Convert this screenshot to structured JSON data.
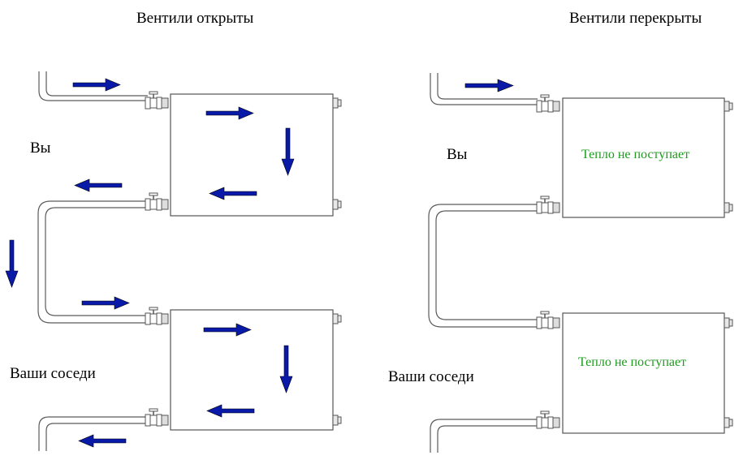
{
  "left_panel": {
    "title": "Вентили открыты",
    "upper_label": "Вы",
    "lower_label": "Ваши соседи"
  },
  "right_panel": {
    "title": "Вентили перекрыты",
    "upper_label": "Вы",
    "lower_label": "Ваши соседи",
    "upper_radiator_text": "Тепло не поступает",
    "lower_radiator_text": "Тепло не поступает"
  },
  "colors": {
    "arrow": "#0a1aa8",
    "pipe": "#5a5a5a",
    "heat_text": "#1f9a1f"
  }
}
